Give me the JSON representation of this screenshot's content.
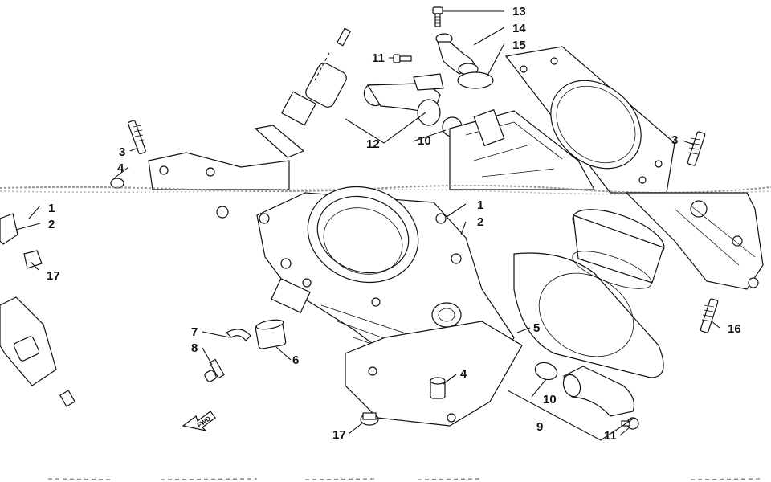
{
  "diagram": {
    "fwd_label": "FWD",
    "callouts": [
      {
        "id": "c13",
        "text": "13"
      },
      {
        "id": "c14",
        "text": "14"
      },
      {
        "id": "c15",
        "text": "15"
      },
      {
        "id": "c11a",
        "text": "11"
      },
      {
        "id": "c12",
        "text": "12"
      },
      {
        "id": "c10a",
        "text": "10"
      },
      {
        "id": "c3a",
        "text": "3"
      },
      {
        "id": "c4a",
        "text": "4"
      },
      {
        "id": "c1a",
        "text": "1"
      },
      {
        "id": "c2a",
        "text": "2"
      },
      {
        "id": "c17a",
        "text": "17"
      },
      {
        "id": "c3b",
        "text": "3"
      },
      {
        "id": "c1b",
        "text": "1"
      },
      {
        "id": "c2b",
        "text": "2"
      },
      {
        "id": "c16",
        "text": "16"
      },
      {
        "id": "c5",
        "text": "5"
      },
      {
        "id": "c7",
        "text": "7"
      },
      {
        "id": "c8",
        "text": "8"
      },
      {
        "id": "c6",
        "text": "6"
      },
      {
        "id": "c4b",
        "text": "4"
      },
      {
        "id": "c10b",
        "text": "10"
      },
      {
        "id": "c9",
        "text": "9"
      },
      {
        "id": "c11b",
        "text": "11"
      },
      {
        "id": "c17b",
        "text": "17"
      }
    ]
  }
}
